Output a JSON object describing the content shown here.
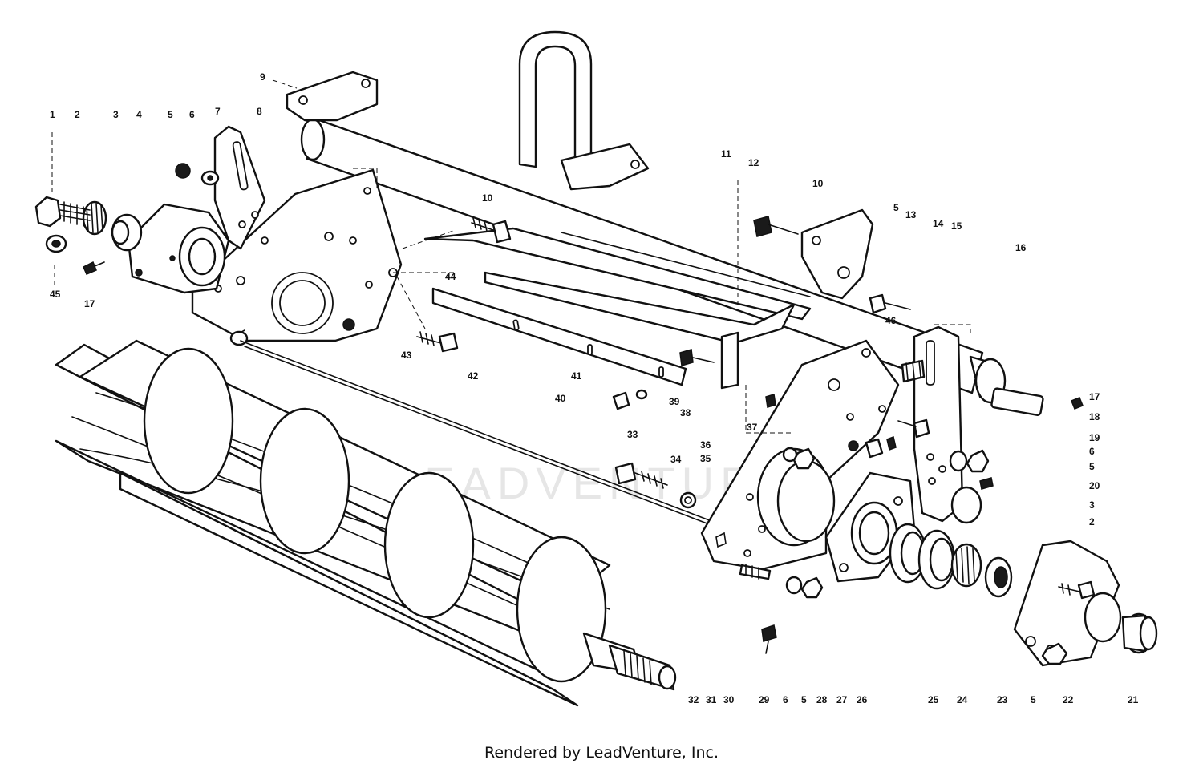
{
  "diagram": {
    "watermark": "LEADVENTURE",
    "footer": "Rendered by LeadVenture, Inc.",
    "callouts": [
      "1",
      "2",
      "3",
      "4",
      "5",
      "6",
      "7",
      "8",
      "9",
      "10",
      "11",
      "12",
      "10",
      "5",
      "13",
      "14",
      "15",
      "16",
      "45",
      "17",
      "44",
      "46",
      "43",
      "42",
      "41",
      "40",
      "39",
      "38",
      "37",
      "17",
      "18",
      "19",
      "6",
      "5",
      "20",
      "36",
      "35",
      "33",
      "34",
      "3",
      "2",
      "32",
      "31",
      "30",
      "29",
      "6",
      "5",
      "28",
      "27",
      "26",
      "25",
      "24",
      "23",
      "5",
      "22",
      "21"
    ]
  }
}
